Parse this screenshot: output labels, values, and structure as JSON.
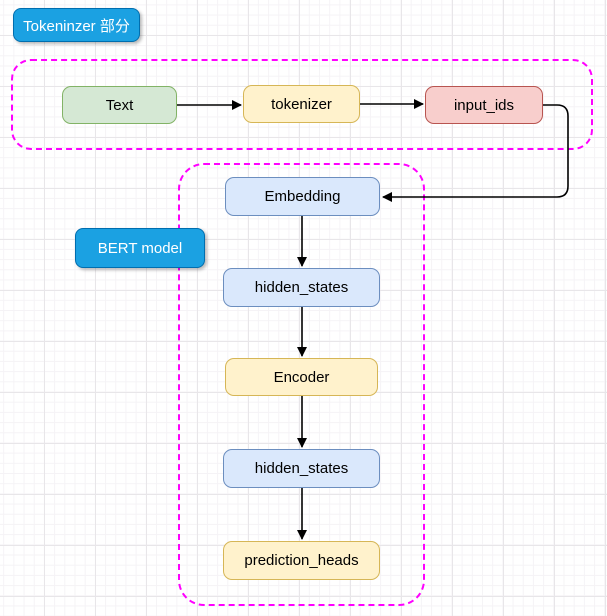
{
  "sections": {
    "tokenizer": {
      "label": "Tokeninzer 部分"
    },
    "bert": {
      "label": "BERT model"
    }
  },
  "nodes": {
    "text": {
      "label": "Text"
    },
    "tokenizer": {
      "label": "tokenizer"
    },
    "input_ids": {
      "label": "input_ids"
    },
    "embedding": {
      "label": "Embedding"
    },
    "hidden_states_1": {
      "label": "hidden_states"
    },
    "encoder": {
      "label": "Encoder"
    },
    "hidden_states_2": {
      "label": "hidden_states"
    },
    "prediction_heads": {
      "label": "prediction_heads"
    }
  },
  "colors": {
    "section_label_fill": "#1ba1e2",
    "section_label_border": "#006eaf",
    "section_label_text": "#ffffff",
    "green_fill": "#d5e8d4",
    "green_border": "#82b366",
    "yellow_fill": "#fff2cc",
    "yellow_border": "#d6b656",
    "red_fill": "#f8cecc",
    "red_border": "#b85450",
    "blue_fill": "#dae8fc",
    "blue_border": "#6c8ebf",
    "group_container_border": "#ff00ff",
    "arrow": "#000000",
    "grid_major": "#e8e6e9",
    "grid_minor": "#f5f3f6"
  }
}
